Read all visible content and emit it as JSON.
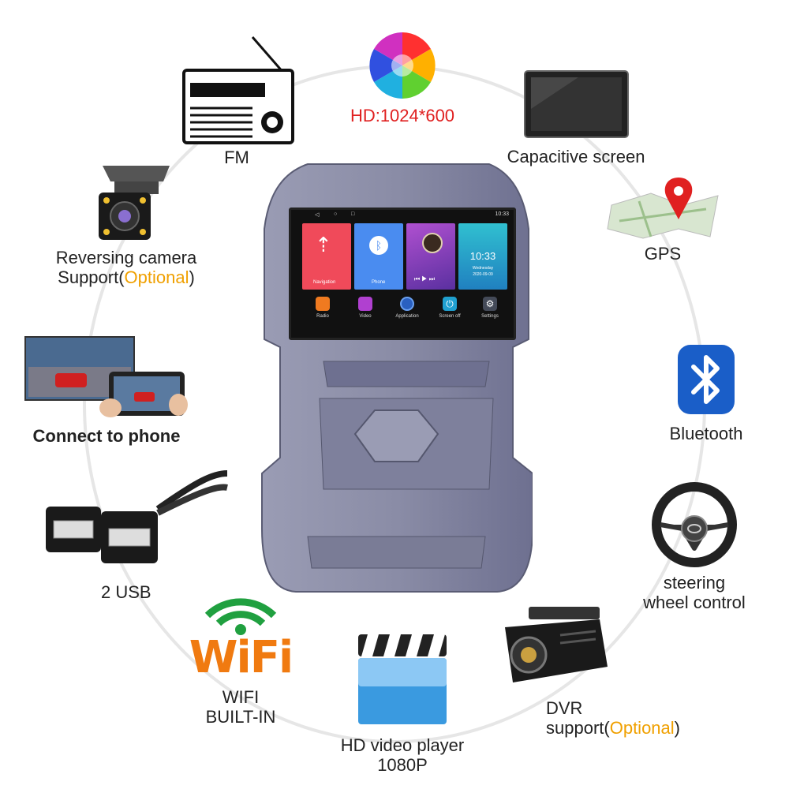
{
  "features": {
    "hd": {
      "label": "HD:1024*600"
    },
    "fm": {
      "label": "FM"
    },
    "capacitive": {
      "label": "Capacitive screen"
    },
    "reversing": {
      "line1": "Reversing camera",
      "line2_prefix": "Support(",
      "line2_optional": "Optional",
      "line2_suffix": ")"
    },
    "gps": {
      "label": "GPS"
    },
    "connect": {
      "label": "Connect to phone"
    },
    "bluetooth": {
      "label": "Bluetooth"
    },
    "usb": {
      "label": "2 USB"
    },
    "steering": {
      "line1": "steering",
      "line2": "wheel control"
    },
    "wifi": {
      "logo_text": "WiFi",
      "line1": "WIFI",
      "line2": "BUILT-IN"
    },
    "video": {
      "line1": "HD video player",
      "line2": "1080P"
    },
    "dvr": {
      "line1": "DVR",
      "line2_prefix": "support(",
      "line2_optional": "Optional",
      "line2_suffix": ")"
    }
  },
  "screen": {
    "status_time": "10:33",
    "tiles": [
      {
        "label": "Navigation",
        "color": "#f04a5a"
      },
      {
        "label": "Phone",
        "color": "#4a8cf0"
      },
      {
        "label": "",
        "color": "#a040c0"
      },
      {
        "label": "",
        "color": "#30b0d8"
      }
    ],
    "clock_time": "10:33",
    "clock_day": "Wednesday",
    "clock_date": "2020-09-09",
    "apps": [
      {
        "label": "Radio",
        "color": "#f07a20"
      },
      {
        "label": "Video",
        "color": "#b040d0"
      },
      {
        "label": "Application",
        "color": "#2a60c0"
      },
      {
        "label": "Screen off",
        "color": "#20a0d0"
      },
      {
        "label": "Settings",
        "color": "#444a58"
      }
    ]
  },
  "colors": {
    "optional": "#f0a000",
    "hd_red": "#e02020",
    "frame": "#7a7c94"
  }
}
